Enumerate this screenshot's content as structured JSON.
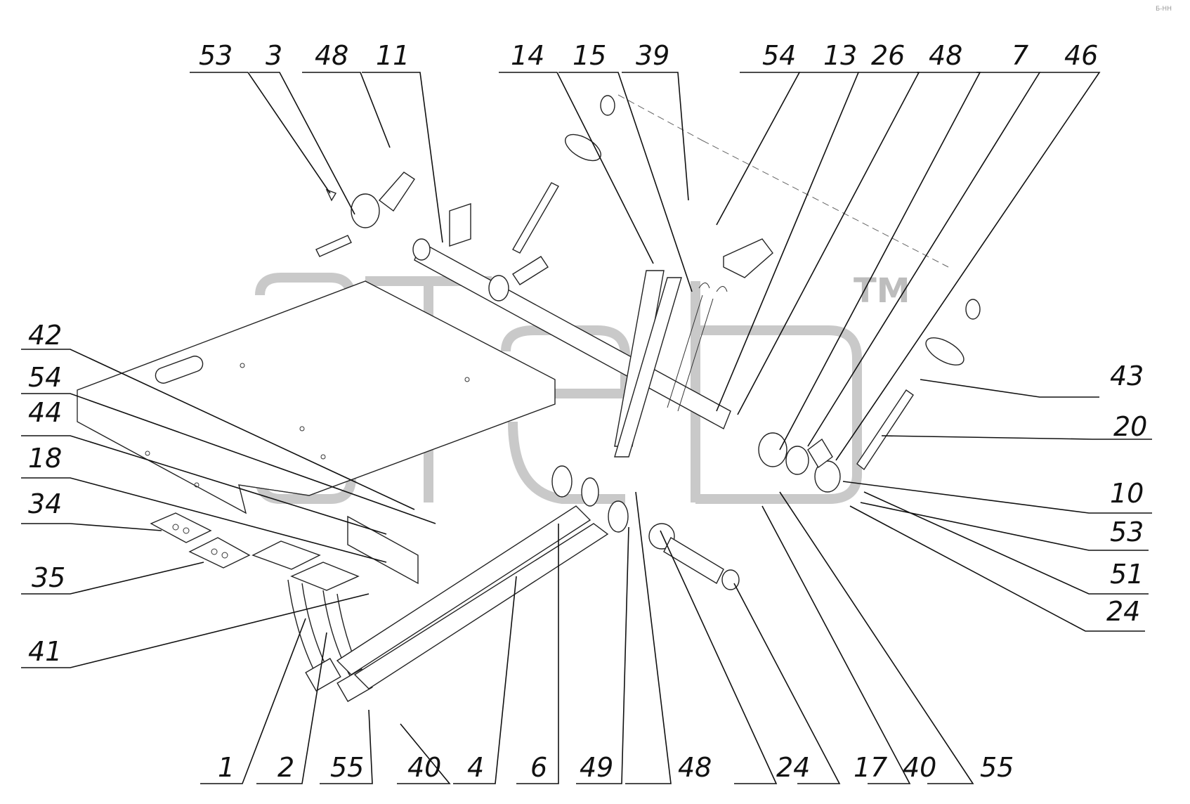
{
  "diagram": {
    "callouts_top": [
      "53",
      "3",
      "48",
      "11",
      "14",
      "15",
      "39",
      "54",
      "13",
      "26",
      "48",
      "7",
      "46"
    ],
    "callouts_left": [
      "42",
      "54",
      "44",
      "18",
      "34",
      "35",
      "41"
    ],
    "callouts_right": [
      "43",
      "20",
      "10",
      "53",
      "51",
      "24"
    ],
    "callouts_bottom": [
      "1",
      "2",
      "55",
      "40",
      "4",
      "6",
      "49",
      "48",
      "24",
      "17",
      "40",
      "55"
    ],
    "watermark": {
      "tm": "TM"
    },
    "corner_mark": "Б-НН"
  }
}
